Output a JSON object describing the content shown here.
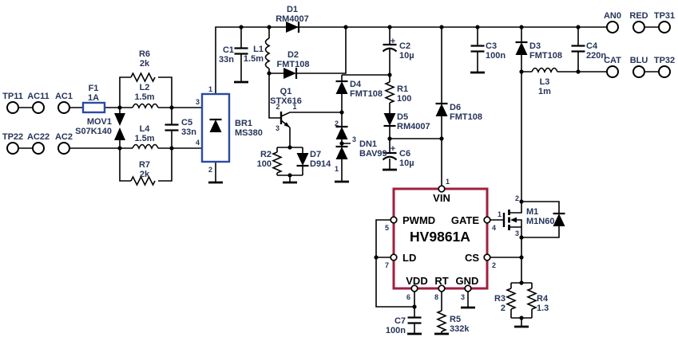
{
  "colors": {
    "background": "#ffffff",
    "wire": "#000000",
    "label": "#253458",
    "component_box_blue": "#2b4aa5",
    "ic_outline_red": "#a01f3f"
  },
  "terminals": {
    "tp11": "TP11",
    "ac11": "AC11",
    "ac1": "AC1",
    "tp22": "TP22",
    "ac22": "AC22",
    "ac2": "AC2",
    "an0": "AN0",
    "red": "RED",
    "tp31": "TP31",
    "cat": "CAT",
    "blu": "BLU",
    "tp32": "TP32"
  },
  "components": {
    "f1": {
      "ref": "F1",
      "value": "1A"
    },
    "mov1": {
      "ref": "MOV1",
      "value": "S07K140"
    },
    "r6": {
      "ref": "R6",
      "value": "2k"
    },
    "l2": {
      "ref": "L2",
      "value": "1.5m"
    },
    "l4": {
      "ref": "L4",
      "value": "1.5m"
    },
    "r7": {
      "ref": "R7",
      "value": "2k"
    },
    "c5": {
      "ref": "C5",
      "value": "33n"
    },
    "br1": {
      "ref": "BR1",
      "value": "MS380"
    },
    "c1": {
      "ref": "C1",
      "value": "33n"
    },
    "l1": {
      "ref": "L1",
      "value": "1.5m"
    },
    "d1": {
      "ref": "D1",
      "value": "RM4007"
    },
    "d2": {
      "ref": "D2",
      "value": "FMT108"
    },
    "q1": {
      "ref": "Q1",
      "value": "STX616"
    },
    "r2": {
      "ref": "R2",
      "value": "100"
    },
    "d7": {
      "ref": "D7",
      "value": "D914"
    },
    "d4": {
      "ref": "D4",
      "value": "FMT108"
    },
    "dn1": {
      "ref": "DN1",
      "value": "BAV99"
    },
    "c2": {
      "ref": "C2",
      "value": "10µ",
      "plus": "+"
    },
    "r1": {
      "ref": "R1",
      "value": "100"
    },
    "d5": {
      "ref": "D5",
      "value": "RM4007"
    },
    "c6": {
      "ref": "C6",
      "value": "10µ",
      "plus": "+"
    },
    "d6": {
      "ref": "D6",
      "value": "FMT108"
    },
    "c3": {
      "ref": "C3",
      "value": "100n"
    },
    "d3": {
      "ref": "D3",
      "value": "FMT108"
    },
    "c4": {
      "ref": "C4",
      "value": "220n"
    },
    "l3": {
      "ref": "L3",
      "value": "1m"
    },
    "m1": {
      "ref": "M1",
      "value": "M1N60"
    },
    "r3": {
      "ref": "R3",
      "value": "2"
    },
    "r4": {
      "ref": "R4",
      "value": "1.3"
    },
    "r5": {
      "ref": "R5",
      "value": "332k"
    },
    "c7": {
      "ref": "C7",
      "value": "100n"
    }
  },
  "ic": {
    "name": "HV9861A",
    "pins": {
      "vin": {
        "num": "1",
        "label": "VIN"
      },
      "pwmd": {
        "num": "5",
        "label": "PWMD"
      },
      "ld": {
        "num": "7",
        "label": "LD"
      },
      "gate": {
        "num": "4",
        "label": "GATE"
      },
      "cs": {
        "num": "2",
        "label": "CS"
      },
      "vdd": {
        "num": "6",
        "label": "VDD"
      },
      "rt": {
        "num": "8",
        "label": "RT"
      },
      "gnd": {
        "num": "3",
        "label": "GND"
      }
    }
  },
  "pin_numbers": {
    "br1": {
      "p1": "1",
      "p2": "2",
      "p3": "3",
      "p4": "4"
    },
    "q1": {
      "p1": "1",
      "p2": "2",
      "p3": "3"
    },
    "dn1": {
      "p1": "1",
      "p2": "2",
      "p3": "3"
    },
    "m1": {
      "p1": "1",
      "p2": "2",
      "p3": "3"
    }
  }
}
